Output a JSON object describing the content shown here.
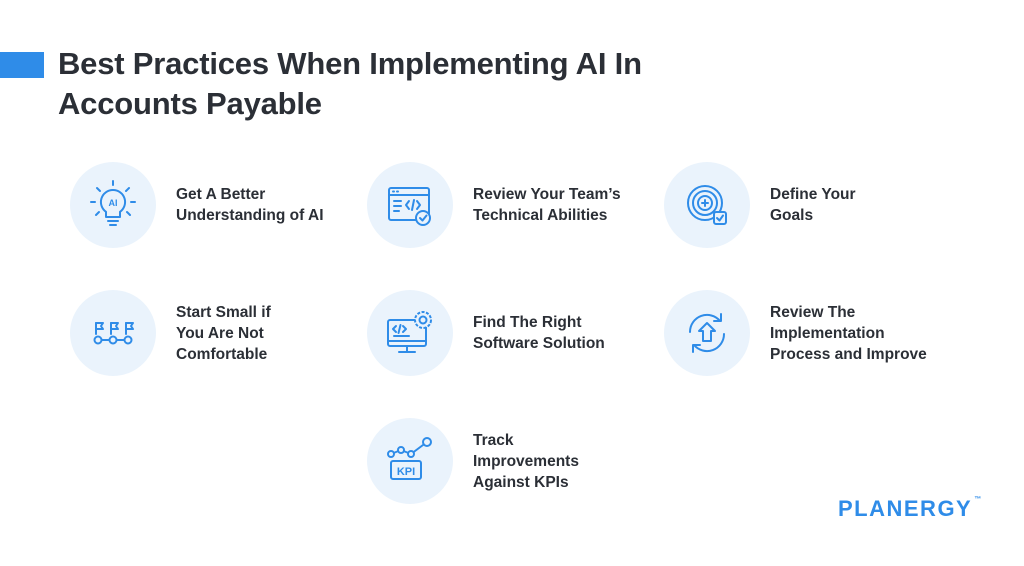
{
  "title": "Best Practices When Implementing AI In Accounts Payable",
  "items": [
    {
      "label": "Get A Better\nUnderstanding of AI",
      "icon": "ai-lightbulb-icon"
    },
    {
      "label": "Review Your Team’s\nTechnical Abilities",
      "icon": "code-window-check-icon"
    },
    {
      "label": "Define Your\nGoals",
      "icon": "target-check-icon"
    },
    {
      "label": "Start Small if\nYou Are Not\nComfortable",
      "icon": "milestone-flags-icon"
    },
    {
      "label": "Find The Right\nSoftware Solution",
      "icon": "monitor-gear-code-icon"
    },
    {
      "label": "Review The\nImplementation\nProcess and Improve",
      "icon": "cycle-arrows-icon"
    },
    {
      "label": "Track\nImprovements\nAgainst KPIs",
      "icon": "kpi-chart-icon"
    }
  ],
  "brand": {
    "name": "PLANERGY",
    "tm": "™"
  },
  "colors": {
    "accent": "#2f8ce8",
    "icon_bg": "#eaf3fc",
    "text": "#2b2f36"
  }
}
